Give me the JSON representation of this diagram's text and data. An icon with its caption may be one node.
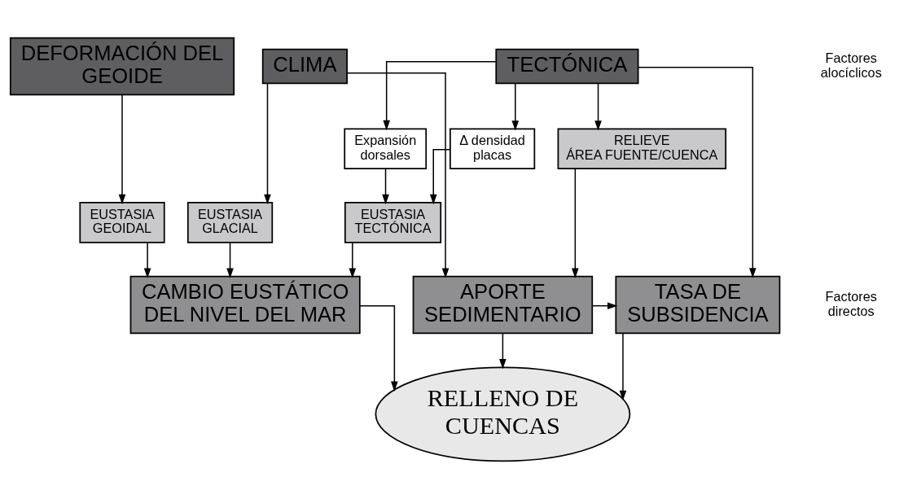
{
  "diagram": {
    "nodes": [
      {
        "text": [
          "DEFORMACIÓN DEL GEOIDE"
        ]
      },
      {
        "text": [
          "TECTÓNICA"
        ]
      },
      {
        "text": [
          "CLIMA"
        ]
      },
      {
        "text": [
          "Expansión dorsales"
        ]
      },
      {
        "text": [
          "Δ densidad placas"
        ]
      },
      {
        "text": [
          "EUSTASIA GLACIAL"
        ]
      },
      {
        "text": [
          "EUSTASIA GEOIDAL"
        ]
      },
      {
        "text": [
          "EUSTASIA TECTÓNICA"
        ]
      },
      {
        "text": [
          "RELIEVE ÁREA FUENTE/CUENCA"
        ]
      },
      {
        "text": [
          "CAMBIO EUSTÁTICO DEL NIVEL DEL MAR"
        ]
      },
      {
        "text": [
          "TASA DE SUBSIDENCIA"
        ]
      },
      {
        "text": [
          "APORTE SEDIMENTARIO"
        ]
      },
      {
        "text": [
          "RELLENO DE CUENCAS"
        ]
      }
    ],
    "edges": [
      {
        "from": 2,
        "to": 5,
        "arrow": "to"
      },
      {
        "from": 0,
        "to": 6,
        "arrow": "to"
      },
      {
        "from": 1,
        "to": 3,
        "arrow": "to"
      },
      {
        "from": 1,
        "to": 4,
        "arrow": "to"
      },
      {
        "from": 3,
        "to": 7,
        "arrow": "to"
      },
      {
        "from": 4,
        "to": 7,
        "arrow": "to"
      },
      {
        "from": 1,
        "to": 10,
        "arrow": "to"
      },
      {
        "from": 1,
        "to": 8,
        "arrow": "to"
      },
      {
        "from": 2,
        "to": 11,
        "arrow": "to"
      },
      {
        "from": 5,
        "to": 9,
        "arrow": "to"
      },
      {
        "from": 6,
        "to": 9,
        "arrow": "to"
      },
      {
        "from": 7,
        "to": 9,
        "arrow": "to"
      },
      {
        "from": 8,
        "to": 11,
        "arrow": "to"
      },
      {
        "from": 11,
        "to": 10,
        "arrow": "to"
      },
      {
        "from": 9,
        "to": 12,
        "arrow": "to"
      },
      {
        "from": 10,
        "to": 12,
        "arrow": "to"
      },
      {
        "from": 11,
        "to": 12,
        "arrow": "to"
      }
    ],
    "labels": [
      "Factores alocíclicos",
      "Factores directos"
    ]
  }
}
